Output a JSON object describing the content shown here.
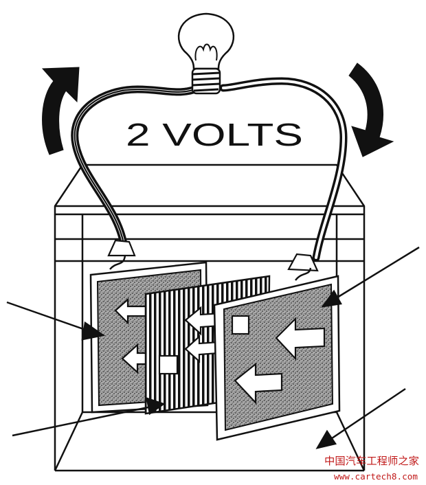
{
  "diagram": {
    "voltage_label": "2 VOLTS"
  },
  "watermark": {
    "site_name": "中国汽车工程师之家",
    "url": "www.cartech8.com",
    "color": "#c01818"
  },
  "colors": {
    "ink": "#111111",
    "plate_fill": "#8a8a8a",
    "background": "#ffffff"
  }
}
